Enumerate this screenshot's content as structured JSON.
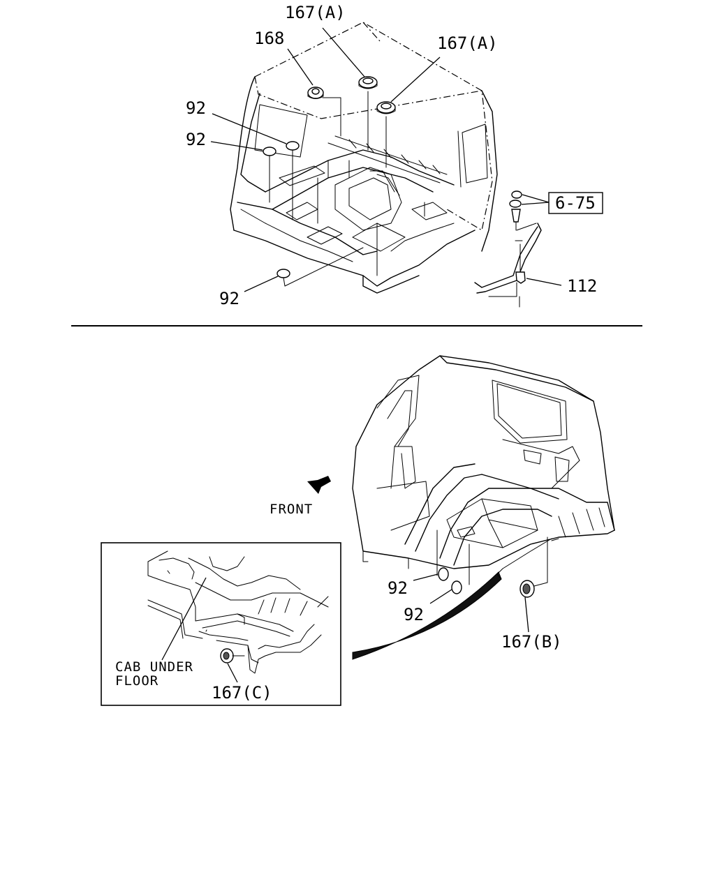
{
  "callouts": {
    "top_167a_left": "167(A)",
    "top_168": "168",
    "top_167a_right": "167(A)",
    "top_92_a": "92",
    "top_92_b": "92",
    "top_92_bottom": "92",
    "ref_6_75": "6-75",
    "top_112": "112",
    "bottom_92_a": "92",
    "bottom_92_b": "92",
    "bottom_167b": "167(B)",
    "inset_167c": "167(C)"
  },
  "annotations": {
    "front": "FRONT",
    "cab_under_floor_line1": "CAB UNDER",
    "cab_under_floor_line2": "FLOOR"
  }
}
